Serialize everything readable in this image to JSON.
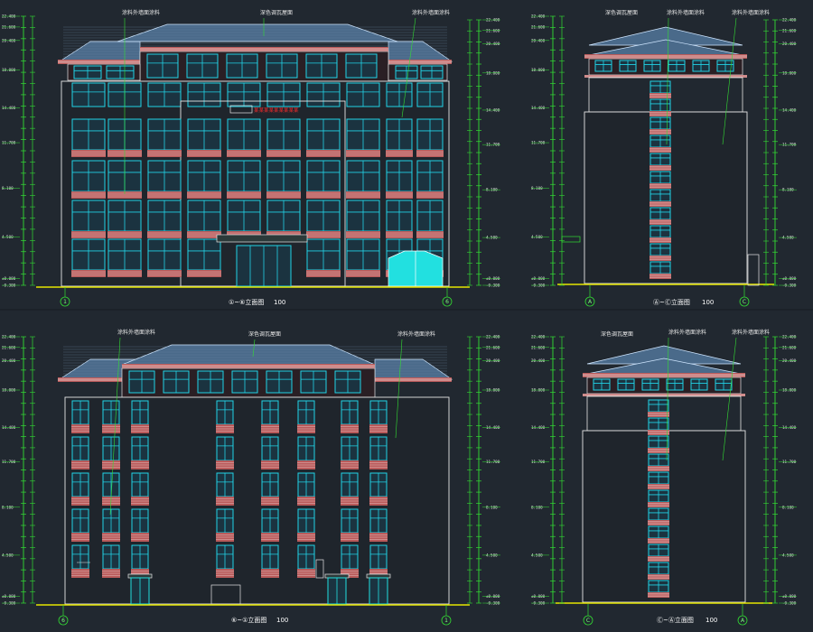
{
  "drawing": {
    "background": "#212830",
    "colors": {
      "roof": "#4a6a8a",
      "roof_line": "#cfe6ff",
      "brick": "#b85a5a",
      "window": "#22d3e6",
      "outline": "#e6e6e6",
      "dim": "#33dd33",
      "ground": "#e5e500",
      "red_text": "#ff2a2a",
      "door": "#22e0e0"
    },
    "sheets": [
      {
        "id": "front",
        "title": "①~⑥立面图",
        "scale": "100",
        "axis_left": "1",
        "axis_right": "6",
        "sign_text": "某某某某某某某某某",
        "callouts": [
          "涂料外墙面涂料",
          "深色调瓦屋面",
          "涂料外墙面涂料"
        ]
      },
      {
        "id": "side-a-c",
        "title": "Ⓐ~Ⓒ立面图",
        "scale": "100",
        "axis_left": "A",
        "axis_right": "C",
        "callouts": [
          "深色调瓦屋面",
          "涂料外墙面涂料",
          "涂料外墙面涂料"
        ]
      },
      {
        "id": "rear",
        "title": "⑥~①立面图",
        "scale": "100",
        "axis_left": "6",
        "axis_right": "1",
        "callouts": [
          "涂料外墙面涂料",
          "深色调瓦屋面",
          "涂料外墙面涂料"
        ]
      },
      {
        "id": "side-c-a",
        "title": "Ⓒ~Ⓐ立面图",
        "scale": "100",
        "axis_left": "C",
        "axis_right": "A",
        "callouts": [
          "深色调瓦屋面",
          "涂料外墙面涂料",
          "涂料外墙面涂料"
        ]
      }
    ],
    "elevations": [
      "22.400",
      "21.600",
      "20.400",
      "18.000",
      "14.400",
      "11.700",
      "8.100",
      "4.500",
      "±0.000",
      "-0.300"
    ]
  }
}
